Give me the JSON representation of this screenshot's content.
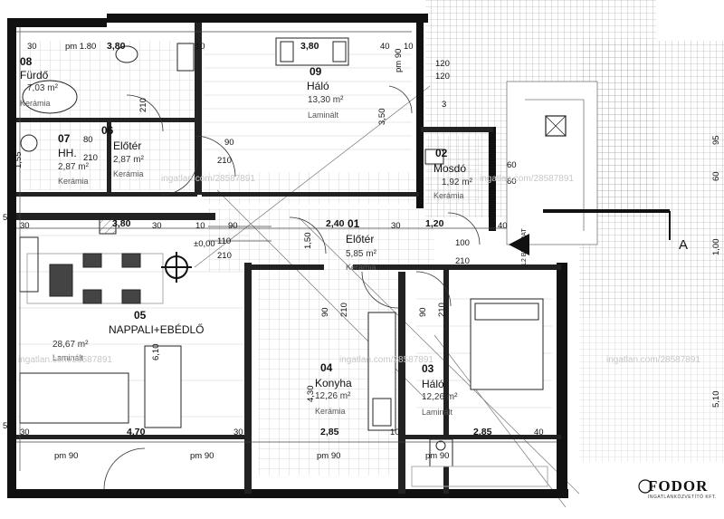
{
  "rooms": [
    {
      "id": "08",
      "name": "Fürdő",
      "area": "7,03 m²",
      "finish": "Kerámia"
    },
    {
      "id": "09",
      "name": "Háló",
      "area": "13,30 m²",
      "finish": "Laminált"
    },
    {
      "id": "07",
      "name": "HH.",
      "area": "2,87 m²",
      "finish": "Kerámia"
    },
    {
      "id": "06",
      "name": "Előtér",
      "area": "2,87 m²",
      "finish": "Kerámia"
    },
    {
      "id": "02",
      "name": "Mosdó",
      "area": "1,92 m²",
      "finish": "Kerámia"
    },
    {
      "id": "01",
      "name": "Előtér",
      "area": "5,85 m²",
      "finish": "Kerámia"
    },
    {
      "id": "05",
      "name": "NAPPALI+EBÉDLŐ",
      "area": "28,67 m²",
      "finish": "Laminált"
    },
    {
      "id": "04",
      "name": "Konyha",
      "area": "12,26 m²",
      "finish": "Kerámia"
    },
    {
      "id": "03",
      "name": "Háló",
      "area": "12,26 m²",
      "finish": "Laminált"
    }
  ],
  "dimensions": {
    "d30a": "30",
    "pm180": "pm 1.80",
    "d380a": "3,80",
    "d10a": "10",
    "d380b": "3,80",
    "d40a": "40",
    "d10b": "10",
    "pm90a": "pm 90",
    "d120a": "120",
    "d120b": "120",
    "d3": "3",
    "d80": "80",
    "d210a": "210",
    "d90a": "90",
    "d210b": "210",
    "d350": "3,50",
    "d210c": "210",
    "d60a": "60",
    "d60b": "60",
    "d155": "1,55",
    "d30b": "30",
    "d380c": "3,80",
    "d30c": "30",
    "d10c": "10",
    "d90b": "90",
    "d240": "2,40",
    "d30d": "30",
    "d120c": "1,20",
    "d40b": "40",
    "d110": "110",
    "d210d": "210",
    "d150": "1,50",
    "d100": "100",
    "d210e": "210",
    "lvl": "±0,00",
    "d90c": "90",
    "d210f": "210",
    "d90d": "90",
    "d210g": "210",
    "d610": "6,10",
    "d430": "4,30",
    "d30e": "30",
    "d470": "4,70",
    "d30f": "30",
    "d285a": "2,85",
    "d10d": "10",
    "d285b": "2,85",
    "d40c": "40",
    "pm90b": "pm 90",
    "pm90c": "pm 90",
    "pm90d": "pm 90",
    "pm90e": "pm 90",
    "d5a": "5",
    "d5b": "5",
    "r510": "5,10",
    "r95": "95",
    "r100": "1,00",
    "r60": "60"
  },
  "entrance": {
    "label": "L2 BEJÁRAT",
    "section_mark": "A"
  },
  "watermarks": [
    "ingatlan.com/28587891",
    "ingatlan.com/28587891",
    "ingatlan.com/28587891",
    "ingatlan.com/28587891",
    "ingatlan.com/28587891"
  ],
  "logo": {
    "name": "FODOR",
    "tagline": "INGATLANKÖZVETÍTŐ KFT."
  },
  "colors": {
    "wall": "#111111",
    "line": "#333333",
    "grid": "#9a9a9a",
    "light": "#bdbdbd"
  }
}
